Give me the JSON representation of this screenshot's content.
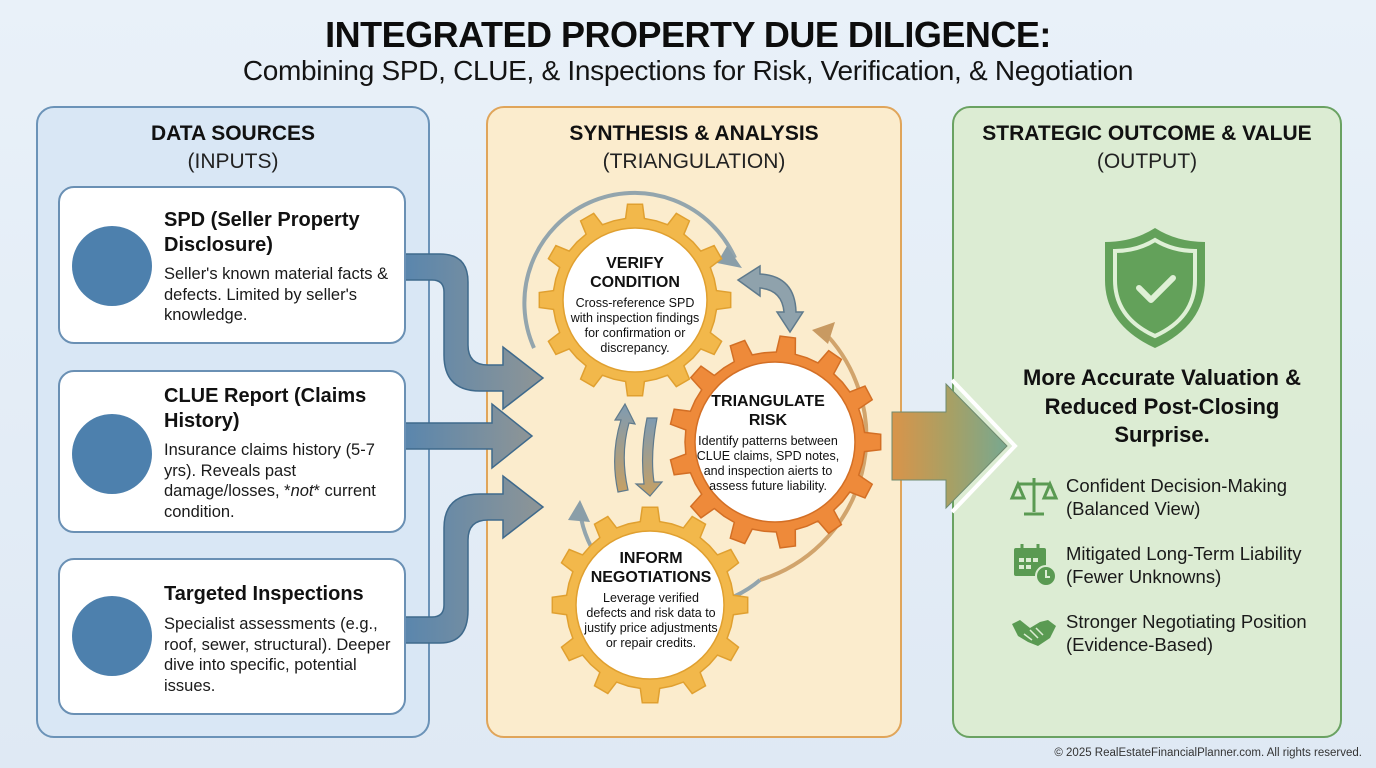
{
  "header": {
    "title": "INTEGRATED PROPERTY DUE DILIGENCE:",
    "subtitle": "Combining SPD, CLUE, & Inspections for Risk, Verification, & Negotiation"
  },
  "columns": {
    "inputs": {
      "heading": "DATA SOURCES",
      "subheading": "(INPUTS)",
      "color": "#4d80ad"
    },
    "synthesis": {
      "heading": "SYNTHESIS & ANALYSIS",
      "subheading": "(TRIANGULATION)",
      "color": "#f0b540"
    },
    "output": {
      "heading": "STRATEGIC OUTCOME & VALUE",
      "subheading": "(OUTPUT)",
      "color": "#5a9a52"
    }
  },
  "sources": [
    {
      "icon": "document-icon",
      "title": "SPD (Seller Property Disclosure)",
      "description": "Seller's known material facts & defects. Limited by seller's knowledge."
    },
    {
      "icon": "database-icon",
      "title": "CLUE Report (Claims History)",
      "description_pre": "Insurance claims history (5-7 yrs). Reveals past damage/losses, ",
      "description_em": "*not*",
      "description_post": " current condition."
    },
    {
      "icon": "gear-magnifier-icon",
      "title": "Targeted Inspections",
      "description": "Specialist assessments (e.g., roof, sewer, structural). Deeper dive into specific, potential issues."
    }
  ],
  "gears": [
    {
      "title_1": "VERIFY",
      "title_2": "CONDITION",
      "description": "Cross-reference SPD with inspection findings for confirmation or discrepancy.",
      "color": "#f2b84b"
    },
    {
      "title_1": "TRIANGULATE",
      "title_2": "RISK",
      "description": "Identify patterns between CLUE claims, SPD notes, and inspection aierts to assess future liability.",
      "color": "#ee8a3a"
    },
    {
      "title_1": "INFORM",
      "title_2": "NEGOTIATIONS",
      "description": "Leverage verified defects and risk data to justify price adjustments or repair credits.",
      "color": "#f2b84b"
    }
  ],
  "outcome": {
    "icon": "shield-check-icon",
    "headline": "More Accurate Valuation & Reduced Post-Closing Surprise.",
    "benefits": [
      {
        "icon": "scales-icon",
        "text": "Confident Decision-Making (Balanced View)"
      },
      {
        "icon": "calendar-clock-icon",
        "text": "Mitigated Long-Term Liability (Fewer Unknowns)"
      },
      {
        "icon": "handshake-icon",
        "text": "Stronger Negotiating Position (Evidence-Based)"
      }
    ]
  },
  "footer": {
    "copyright": "© 2025 RealEstateFinancialPlanner.com. All rights reserved."
  }
}
